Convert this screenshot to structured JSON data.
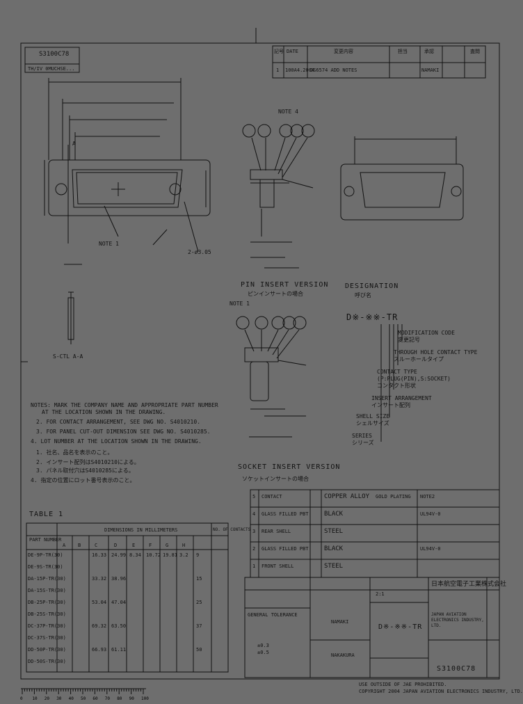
{
  "drawing": {
    "doc_number": "S3100C78",
    "doc_number_sub": "TH/IV 0MUCHSE...",
    "revision_table": {
      "headers": [
        "記号",
        "DATE",
        "変更内容",
        "担当",
        "承認",
        "査閲"
      ],
      "row": [
        "1",
        "100A4.2004",
        "DS6574 ADD NOTES",
        "",
        "NAMAKI",
        ""
      ]
    },
    "labels": {
      "pin_version": "PIN INSERT VERSION",
      "pin_version_jp": "ピンインサートの場合",
      "socket_version": "SOCKET INSERT VERSION",
      "socket_version_jp": "ソケットインサートの場合",
      "designation": "DESIGNATION",
      "designation_jp": "呼び名",
      "designation_code": "D※-※※-TR",
      "section": "S-CTL A-A",
      "note_tag_a": "NOTE 4",
      "note_tag_b": "NOTE 1",
      "note1": "NOTE 1",
      "dim_a": "A",
      "hole": "2-ø3.05"
    },
    "designation_parts": [
      "MODIFICATION CODE",
      "変更記号",
      "THROUGH HOLE CONTACT TYPE",
      "スルーホールタイプ",
      "CONTACT TYPE",
      "(P:PLUG(PIN),S:SOCKET)",
      "コンタクト形状",
      "INSERT ARRANGEMENT",
      "インサート配列",
      "SHELL SIZE",
      "シェルサイズ",
      "SERIES",
      "シリーズ"
    ],
    "notes": [
      "NOTES: MARK THE COMPANY NAME AND APPROPRIATE PART NUMBER",
      "AT THE LOCATION SHOWN IN THE DRAWING.",
      "2. FOR CONTACT ARRANGEMENT, SEE DWG NO. S4010210.",
      "3. FOR PANEL CUT-OUT DIMENSION SEE DWG NO. S4010285.",
      "4. LOT NUMBER AT THE LOCATION SHOWN IN THE DRAWING.",
      "1. 社名、品名を表示のこと。",
      "2. インサート配列はS4010210による。",
      "3. パネル取付穴はS4010285による。",
      "4. 指定の位置にロット番号表示のこと。"
    ],
    "table1": {
      "title": "TABLE 1",
      "header_dims": "DIMENSIONS IN MILLIMETERS",
      "col_part": "PART NUMBER",
      "cols": [
        "A",
        "B",
        "C",
        "D",
        "E",
        "F",
        "G",
        "H"
      ],
      "col_contacts": "NO. OF CONTACTS",
      "rows": [
        [
          "DE-9P-TR(30)",
          "",
          "",
          "16.33",
          "24.99",
          "8.34",
          "10.72",
          "19.81",
          "3.2",
          "9"
        ],
        [
          "DE-9S-TR(30)",
          "",
          "",
          "",
          "",
          "",
          "",
          "",
          "",
          ""
        ],
        [
          "DA-15P-TR(30)",
          "",
          "",
          "33.32",
          "38.96",
          "",
          "",
          "",
          "",
          "15"
        ],
        [
          "DA-15S-TR(30)",
          "",
          "",
          "",
          "",
          "",
          "",
          "",
          "",
          ""
        ],
        [
          "DB-25P-TR(30)",
          "",
          "",
          "53.04",
          "47.04",
          "",
          "",
          "",
          "",
          "25"
        ],
        [
          "DB-25S-TR(30)",
          "",
          "",
          "",
          "",
          "",
          "",
          "",
          "",
          ""
        ],
        [
          "DC-37P-TR(30)",
          "",
          "",
          "69.32",
          "63.50",
          "",
          "",
          "",
          "",
          "37"
        ],
        [
          "DC-37S-TR(30)",
          "",
          "",
          "",
          "",
          "",
          "",
          "",
          "",
          ""
        ],
        [
          "DD-50P-TR(30)",
          "",
          "",
          "66.93",
          "61.11",
          "",
          "",
          "",
          "",
          "50"
        ],
        [
          "DD-50S-TR(30)",
          "",
          "",
          "",
          "",
          "",
          "",
          "",
          "",
          ""
        ]
      ]
    },
    "materials": [
      [
        "5",
        "CONTACT",
        "COPPER ALLOY",
        "GOLD PLATING",
        "NOTE2"
      ],
      [
        "4",
        "GLASS FILLED PBT",
        "BLACK",
        "",
        "UL94V-0"
      ],
      [
        "3",
        "REAR SHELL",
        "STEEL",
        "",
        ""
      ],
      [
        "2",
        "GLASS FILLED PBT",
        "BLACK",
        "",
        "UL94V-0"
      ],
      [
        "1",
        "FRONT SHELL",
        "STEEL",
        "",
        ""
      ]
    ],
    "title_block": {
      "company": "日本航空電子工業株式会社",
      "company_en": "JAPAN AVIATION ELECTRONICS INDUSTRY, LTD.",
      "title": "D※-※※-TR",
      "dwg_no": "S3100C78",
      "tolerance": "GENERAL TOLERANCE",
      "tol_values": [
        "±0.3",
        "±0.5"
      ],
      "checked": "NAMAKI",
      "drawn": "NAKAKURA",
      "scale": "2:1"
    },
    "footer": [
      "USE OUTSIDE OF JAE PROHIBITED.",
      "COPYRIGHT 2004 JAPAN AVIATION ELECTRONICS INDUSTRY, LTD."
    ],
    "ruler": [
      "0",
      "10",
      "20",
      "30",
      "40",
      "50",
      "60",
      "70",
      "80",
      "90",
      "100"
    ]
  }
}
